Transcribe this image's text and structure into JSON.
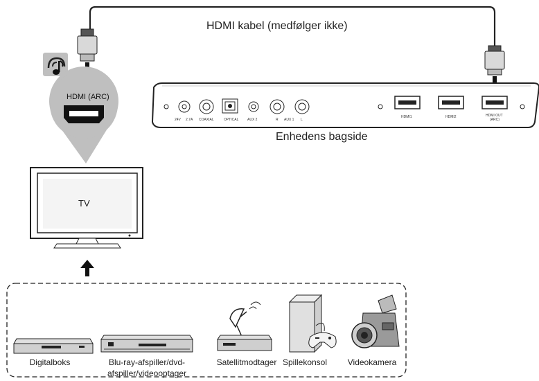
{
  "cable_label": "HDMI kabel (medfølger ikke)",
  "back_panel_label": "Enhedens bagside",
  "hdmi_arc_label": "HDMI (ARC)",
  "tv_label": "TV",
  "panel": {
    "power": [
      "24V",
      "2.7A"
    ],
    "coaxial": "COAXIAL",
    "optical": "OPTICAL",
    "aux2": "AUX 2",
    "r": "R",
    "aux1": "AUX 1",
    "l": "L",
    "hdmi1": "HDMI1",
    "hdmi2": "HDMI2",
    "hdmi_out": [
      "HDMI OUT",
      "(ARC)"
    ]
  },
  "devices": [
    {
      "label": "Digitalboks"
    },
    {
      "label": "Blu-ray-afspiller/dvd-",
      "label2": "afspiller/videooptager"
    },
    {
      "label": "Satellitmodtager"
    },
    {
      "label": "Spillekonsol"
    },
    {
      "label": "Videokamera"
    }
  ],
  "icons": {
    "music": "music-note-icon"
  }
}
